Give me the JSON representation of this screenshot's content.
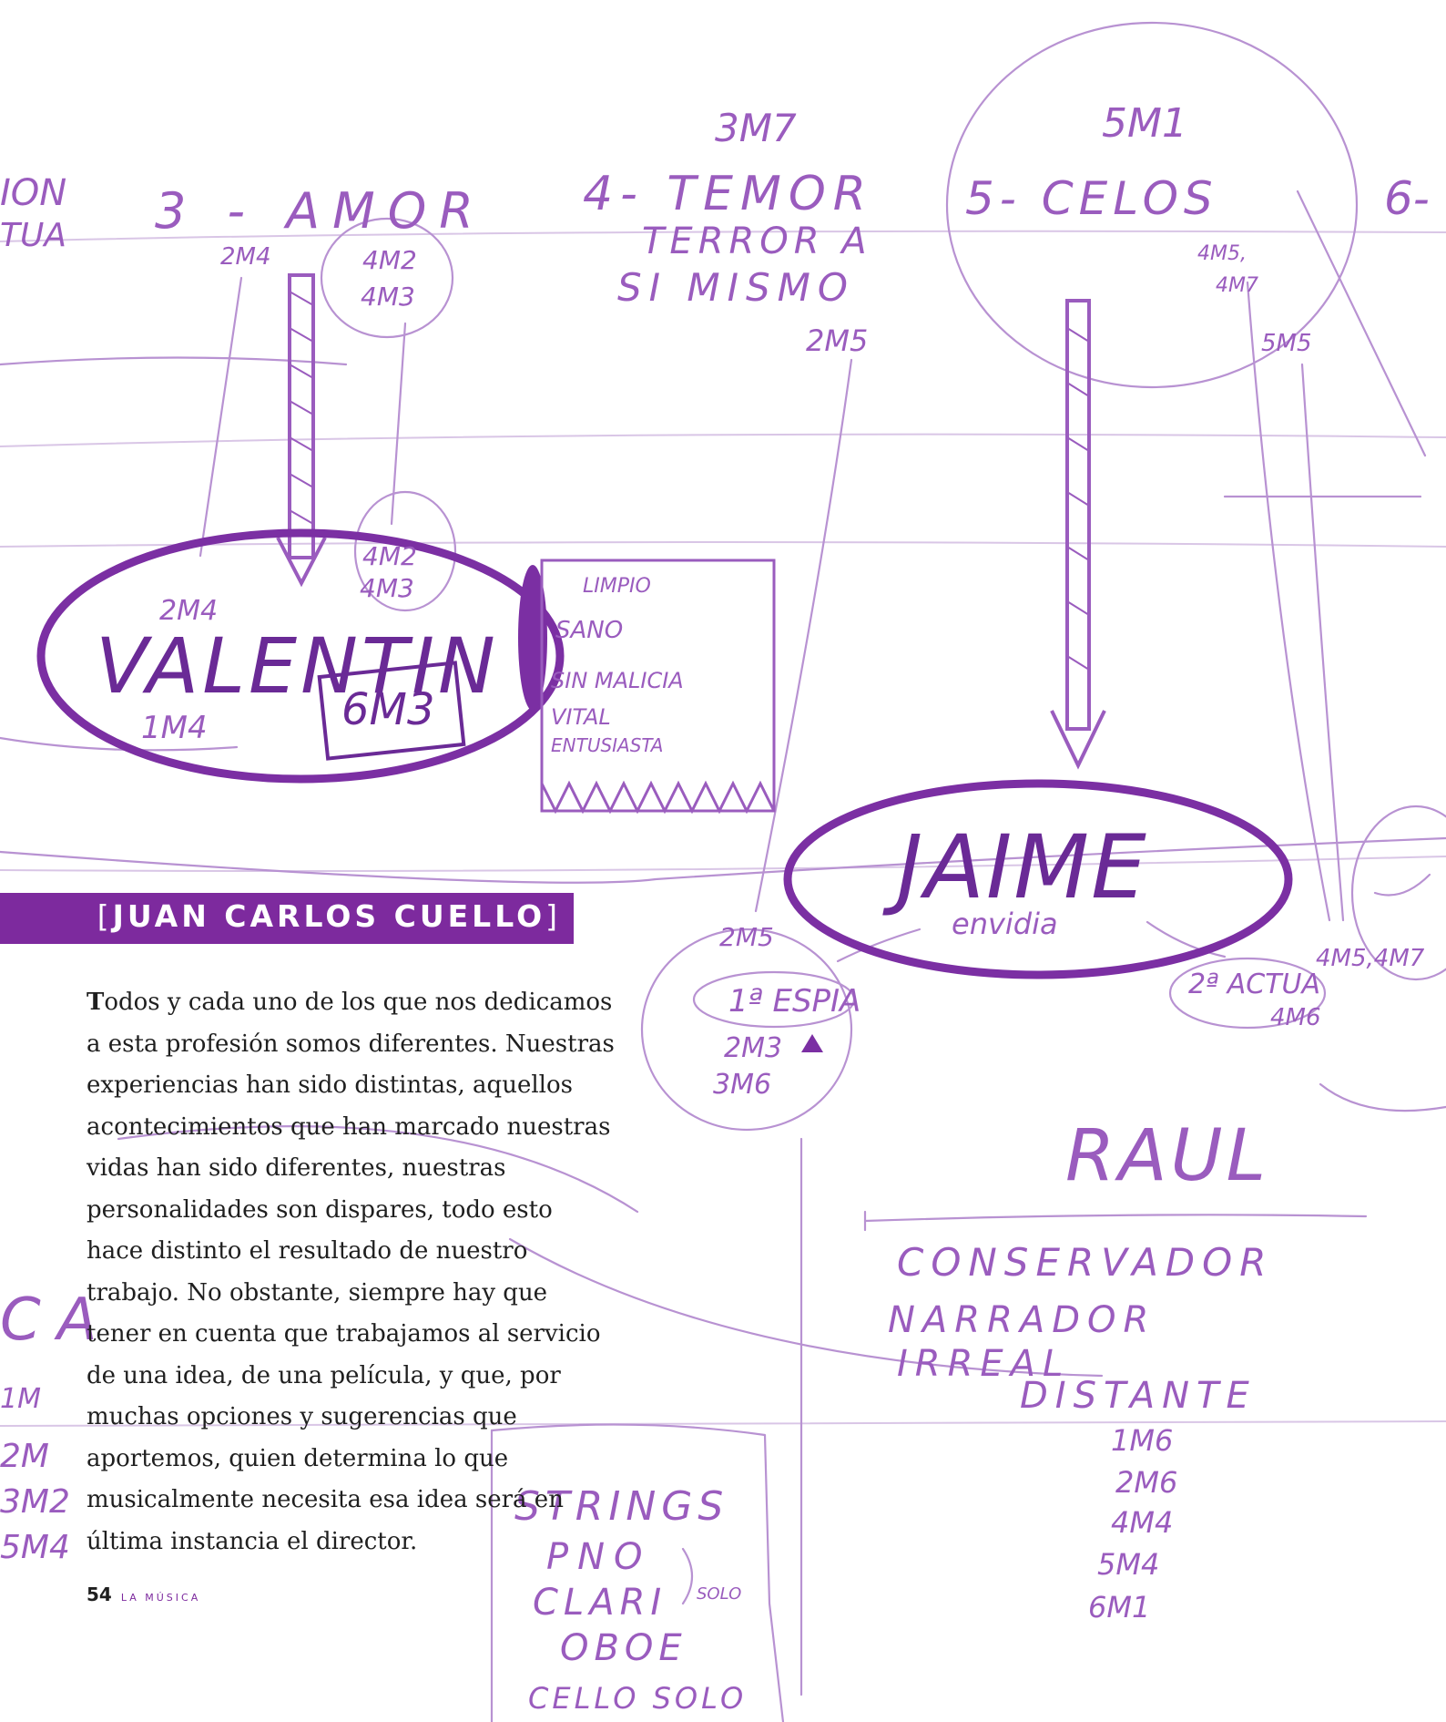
{
  "sketch": {
    "labels": {
      "m3m7": "3M7",
      "m5m1": "5M1",
      "amor": "3 - AMOR",
      "amor_left": "ION",
      "amor_left2": "TUA",
      "m2m4_top": "2M4",
      "m4m2_top": "4M2",
      "m4m3_top": "4M3",
      "temor1": "4- TEMOR",
      "temor2": "TERROR A",
      "temor3": "SI MISMO",
      "m2m5_top": "2M5",
      "celos": "5- CELOS",
      "six": "6-",
      "m4m5": "4M5,",
      "m4m7": "4M7",
      "m5m5": "5M5",
      "valentin": "VALENTIN",
      "m2m4": "2M4",
      "m4m2": "4M2",
      "m4m3": "4M3",
      "m6m3": "6M3",
      "m1m4": "1M4",
      "box_limpio": "LIMPIO",
      "box_sano": "SANO",
      "box_sinmalicia": "SIN MALICIA",
      "box_vital": "VITAL",
      "box_entusiasta": "ENTUSIASTA",
      "jaime": "JAIME",
      "envidia": "envidia",
      "m2m5": "2M5",
      "espia": "1ª ESPIA",
      "m2m3": "2M3",
      "m3m6": "3M6",
      "actua": "2ª ACTUA",
      "m4m6": "4M6",
      "m4m5m7": "4M5,4M7",
      "raul": "RAUL",
      "conservador": "CONSERVADOR",
      "narrador": "NARRADOR",
      "irreal": "IRREAL",
      "distante": "DISTANTE",
      "r1m6": "1M6",
      "r2m6": "2M6",
      "r4m4": "4M4",
      "r5m4": "5M4",
      "r6m1": "6M1",
      "strings": "STRINGS",
      "pno": "PNO",
      "clari": "CLARI",
      "oboe": "OBOE",
      "cello": "CELLO SOLO",
      "solo": "SOLO",
      "left1": "1M",
      "left2": "2M",
      "left3": "3M2",
      "left4": "5M4",
      "left_cap": "CA"
    }
  },
  "article": {
    "author": "JUAN CARLOS CUELLO",
    "dropcap": "T",
    "body": "odos y cada uno de los que nos dedicamos a esta profesión somos diferentes. Nuestras experiencias han sido distintas, aquellos acontecimientos que han marcado nuestras vidas han sido diferentes, nuestras personalidades son dispares, todo esto hace distinto el resultado de nuestro trabajo. No obstante, siempre hay que tener en cuenta que trabajamos al servicio de una idea, de una película, y que, por muchas opciones y sugerencias que aportemos, quien determina lo que musicalmente necesita esa idea será en última instancia el director."
  },
  "folio": {
    "page": "54",
    "section": "LA MÚSICA"
  },
  "colors": {
    "accent": "#7d2a9e",
    "pencil": "#b892d2",
    "marker": "#7b2fa3"
  }
}
